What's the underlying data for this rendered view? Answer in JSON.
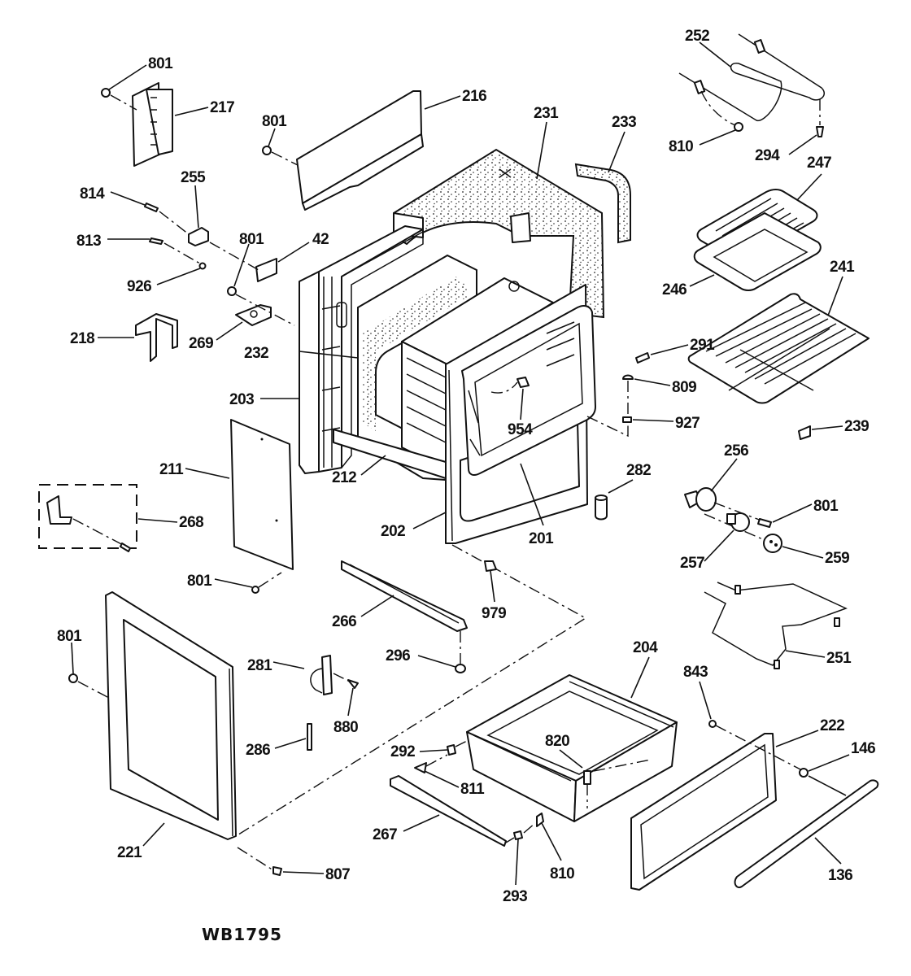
{
  "diagram": {
    "title_code": "WB1795",
    "type": "exploded-parts-view",
    "subject": "range oven body",
    "labels": {
      "p801a": "801",
      "p217": "217",
      "p216": "216",
      "p801b": "801",
      "p231": "231",
      "p233": "233",
      "p252": "252",
      "p810a": "810",
      "p294": "294",
      "p247": "247",
      "p255": "255",
      "p814": "814",
      "p813": "813",
      "p801c": "801",
      "p42": "42",
      "p926": "926",
      "p246": "246",
      "p241": "241",
      "p218": "218",
      "p269": "269",
      "p232": "232",
      "p291": "291",
      "p809": "809",
      "p203": "203",
      "p954": "954",
      "p927": "927",
      "p239": "239",
      "p211": "211",
      "p212": "212",
      "p256": "256",
      "p282": "282",
      "p268": "268",
      "p202": "202",
      "p201": "201",
      "p801d": "801",
      "p257": "257",
      "p259": "259",
      "p801e": "801",
      "p266": "266",
      "p979": "979",
      "p801f": "801",
      "p296": "296",
      "p204": "204",
      "p251": "251",
      "p281": "281",
      "p880": "880",
      "p843": "843",
      "p820": "820",
      "p222": "222",
      "p146": "146",
      "p292": "292",
      "p286": "286",
      "p811": "811",
      "p267": "267",
      "p810b": "810",
      "p136": "136",
      "p221": "221",
      "p293": "293",
      "p807": "807"
    }
  }
}
